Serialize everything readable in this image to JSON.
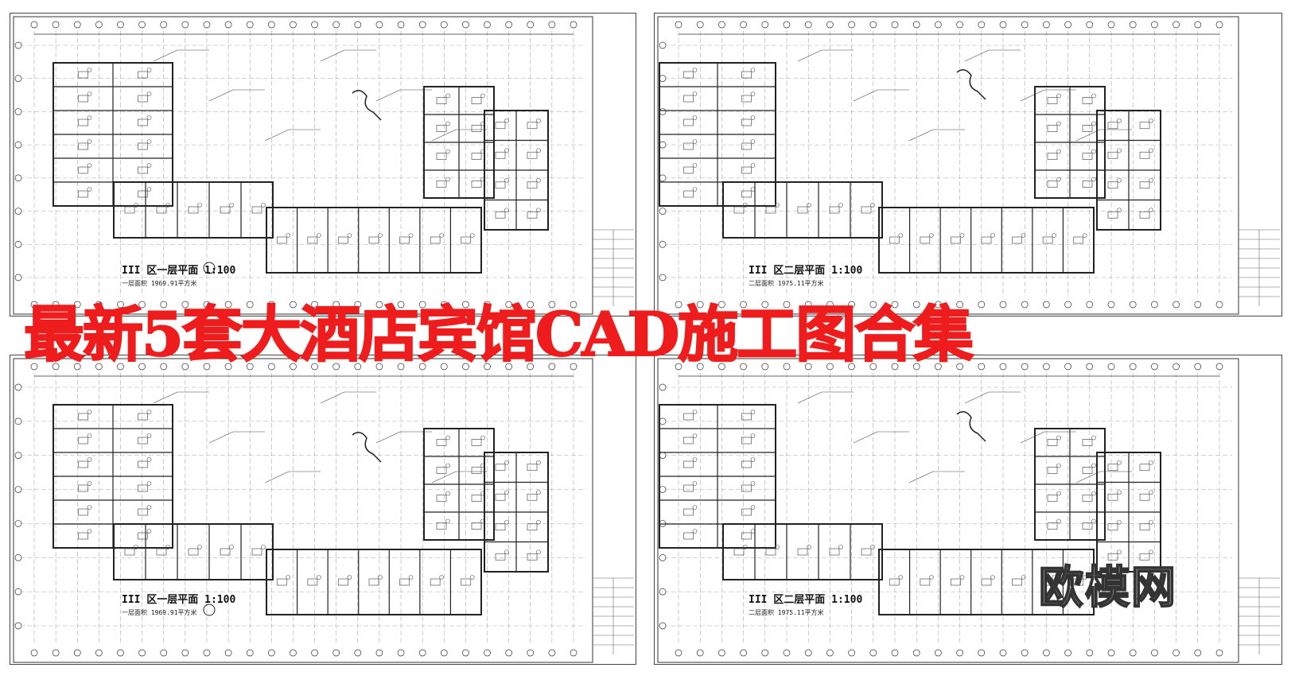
{
  "banner": {
    "title": "最新5套大酒店宾馆CAD施工图合集",
    "color": "#ee1c1c"
  },
  "watermark": {
    "text": "欧模网"
  },
  "sheets": [
    {
      "plan_title": "III 区一层平面 1:100",
      "area_note": "一层面积 1969.91平方米"
    },
    {
      "plan_title": "III 区二层平面 1:100",
      "area_note": "二层面积 1975.11平方米"
    },
    {
      "plan_title": "III 区一层平面 1:100",
      "area_note": "一层面积 1969.91平方米"
    },
    {
      "plan_title": "III 区二层平面 1:100",
      "area_note": "二层面积 1975.11平方米"
    }
  ]
}
